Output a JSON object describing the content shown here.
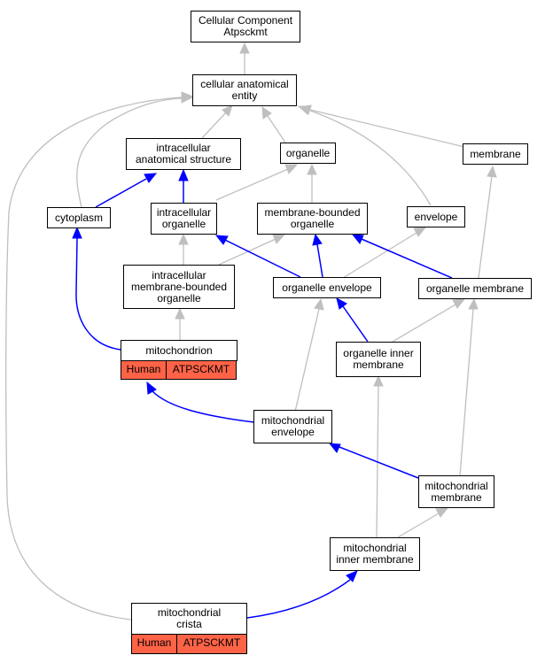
{
  "nodes": {
    "root": [
      "Cellular Component",
      "Atpsckmt"
    ],
    "cae": [
      "cellular anatomical",
      "entity"
    ],
    "ias": [
      "intracellular",
      "anatomical structure"
    ],
    "organelle": [
      "organelle"
    ],
    "membrane": [
      "membrane"
    ],
    "cytoplasm": [
      "cytoplasm"
    ],
    "io": [
      "intracellular",
      "organelle"
    ],
    "mbo": [
      "membrane-bounded",
      "organelle"
    ],
    "envelope": [
      "envelope"
    ],
    "imbo": [
      "intracellular",
      "membrane-bounded",
      "organelle"
    ],
    "oe": [
      "organelle envelope"
    ],
    "om": [
      "organelle membrane"
    ],
    "mito": [
      "mitochondrion"
    ],
    "oim": [
      "organelle inner",
      "membrane"
    ],
    "menv": [
      "mitochondrial",
      "envelope"
    ],
    "mmem": [
      "mitochondrial",
      "membrane"
    ],
    "mim": [
      "mitochondrial",
      "inner membrane"
    ],
    "crista": [
      "mitochondrial",
      "crista"
    ]
  },
  "annotations": {
    "mito": {
      "species": "Human",
      "gene": "ATPSCKMT"
    },
    "crista": {
      "species": "Human",
      "gene": "ATPSCKMT"
    }
  },
  "colors": {
    "annotation_fill": "#ff6347",
    "is_a_edge": "#bfbfbf",
    "part_of_edge": "#0000ff"
  }
}
